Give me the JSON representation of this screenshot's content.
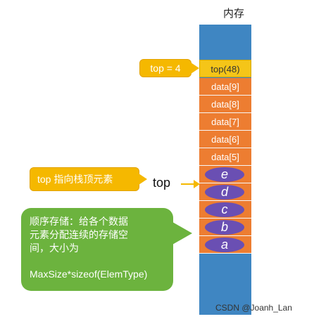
{
  "memory": {
    "title": "内存",
    "top_cell": "top(48)",
    "data_cells": [
      "data[9]",
      "data[8]",
      "data[7]",
      "data[6]",
      "data[5]"
    ],
    "element_cells": [
      "e",
      "d",
      "c",
      "b",
      "a"
    ]
  },
  "callouts": {
    "top_value": "top = 4",
    "top_points": "top 指向栈顶元素",
    "top_label": "top",
    "storage_lines": [
      "顺序存储：给各个数据",
      "元素分配连续的存储空",
      "间，大小为"
    ],
    "storage_formula": "MaxSize*sizeof(ElemType)"
  },
  "credit": "CSDN @Joanh_Lan",
  "colors": {
    "memory_blue": "#3f86c2",
    "cell_orange": "#ed7d31",
    "top_yellow": "#f5c518",
    "element_purple": "#6a4fb3",
    "callout_yellow": "#f5b800",
    "callout_green": "#6cb33e"
  }
}
